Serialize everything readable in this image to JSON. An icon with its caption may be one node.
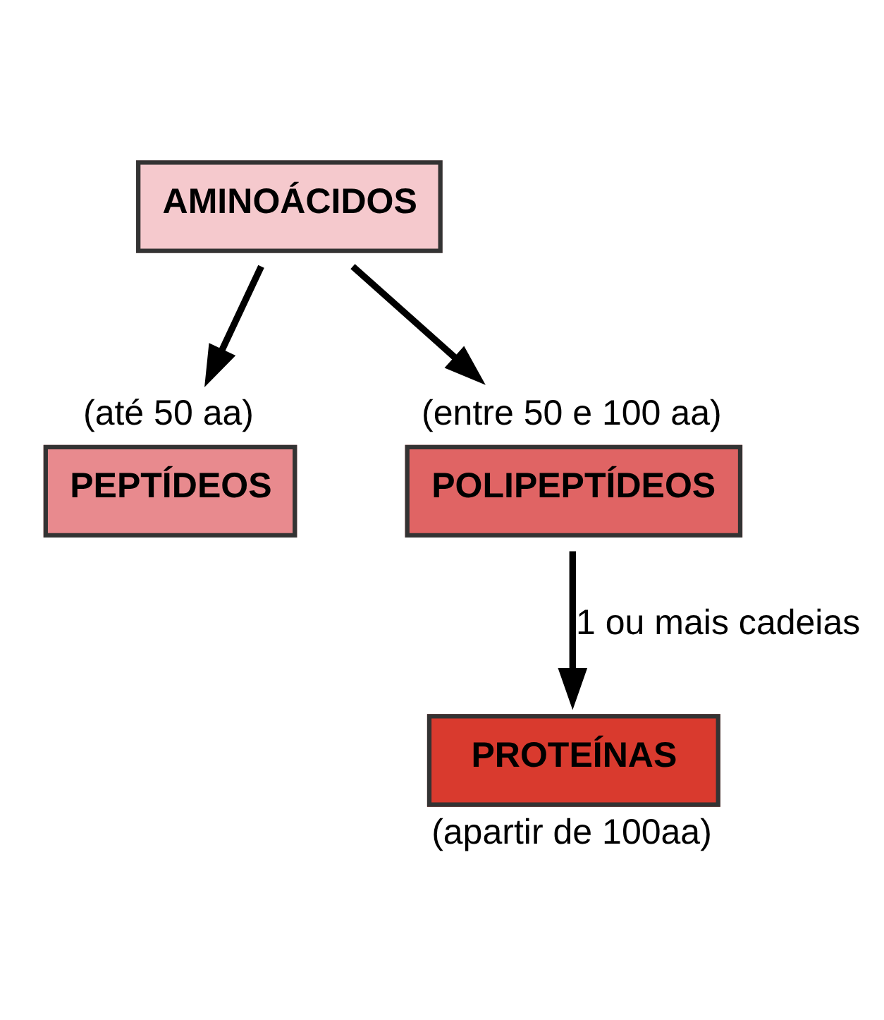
{
  "diagram": {
    "nodes": [
      {
        "text": [
          "AMINOÁCIDOS"
        ]
      },
      {
        "text": [
          "PEPTÍDEOS"
        ],
        "beside": [
          "(até 50 aa)"
        ]
      },
      {
        "text": [
          "POLIPEPTÍDEOS"
        ],
        "beside": [
          "(entre 50 e 100 aa)"
        ]
      },
      {
        "text": [
          "PROTEÍNAS"
        ],
        "beside": [
          "(apartir de 100aa)"
        ]
      }
    ],
    "edges": [
      {
        "from": 0,
        "to": 1,
        "arrow": "to"
      },
      {
        "from": 0,
        "to": 2,
        "arrow": "to"
      },
      {
        "from": 2,
        "to": 3,
        "arrow": "to",
        "label": "1 ou mais cadeias"
      }
    ]
  }
}
